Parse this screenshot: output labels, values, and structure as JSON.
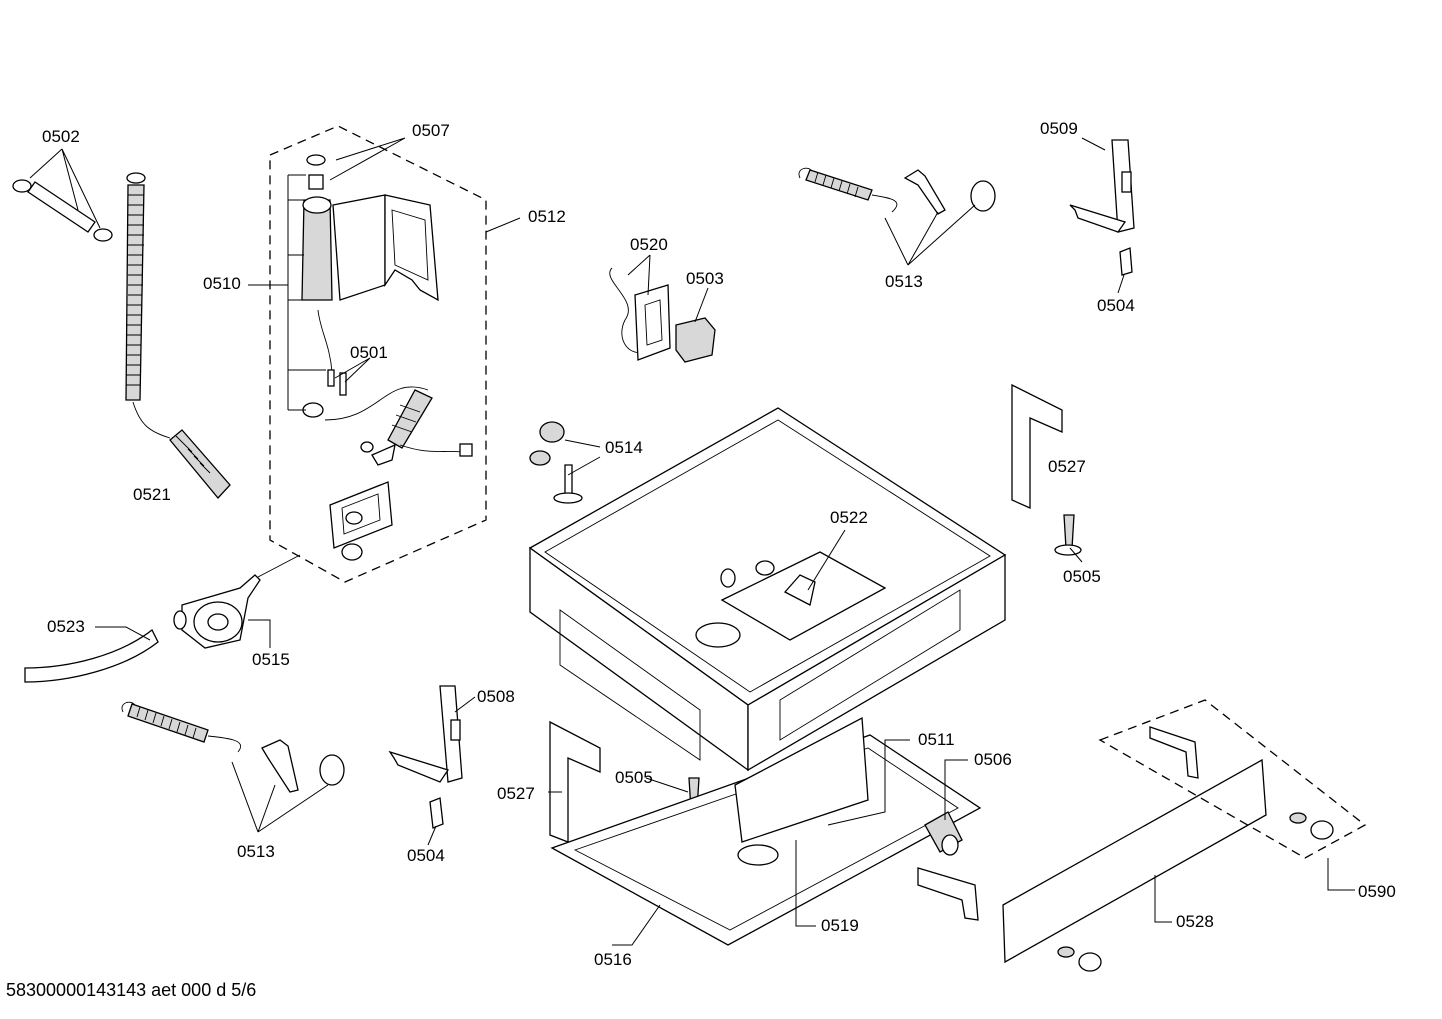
{
  "document_id": "58300000143143 aet 000 d 5/6",
  "callouts": [
    "0502",
    "0507",
    "0512",
    "0510",
    "0501",
    "0521",
    "0520",
    "0503",
    "0513",
    "0509",
    "0504",
    "0514",
    "0527",
    "0522",
    "0505",
    "0523",
    "0515",
    "0508",
    "0513",
    "0504",
    "0505",
    "0527",
    "0511",
    "0506",
    "0516",
    "0519",
    "0528",
    "0590"
  ]
}
